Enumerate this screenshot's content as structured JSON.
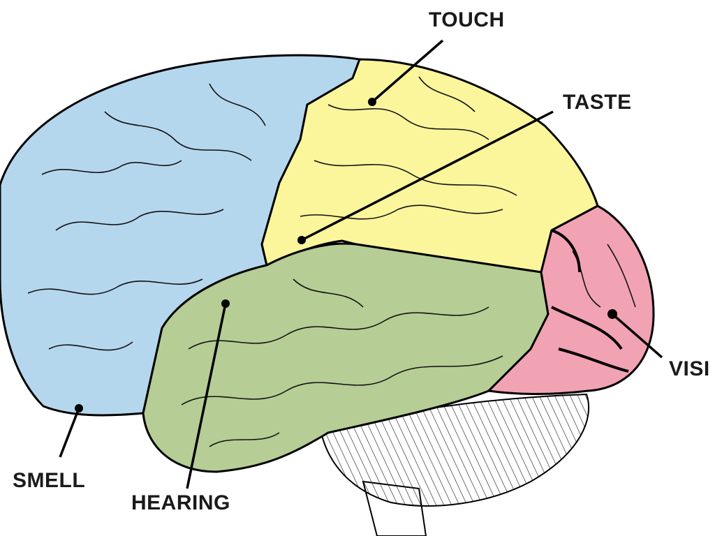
{
  "labels": {
    "touch": "TOUCH",
    "taste": "TASTE",
    "vision": "VISI",
    "smell": "SMELL",
    "hearing": "HEARING"
  },
  "colors": {
    "frontal": "#b5d7ee",
    "parietal": "#fbf59c",
    "temporal": "#b6cd95",
    "occipital": "#f2a3b3",
    "outline": "#000000"
  }
}
